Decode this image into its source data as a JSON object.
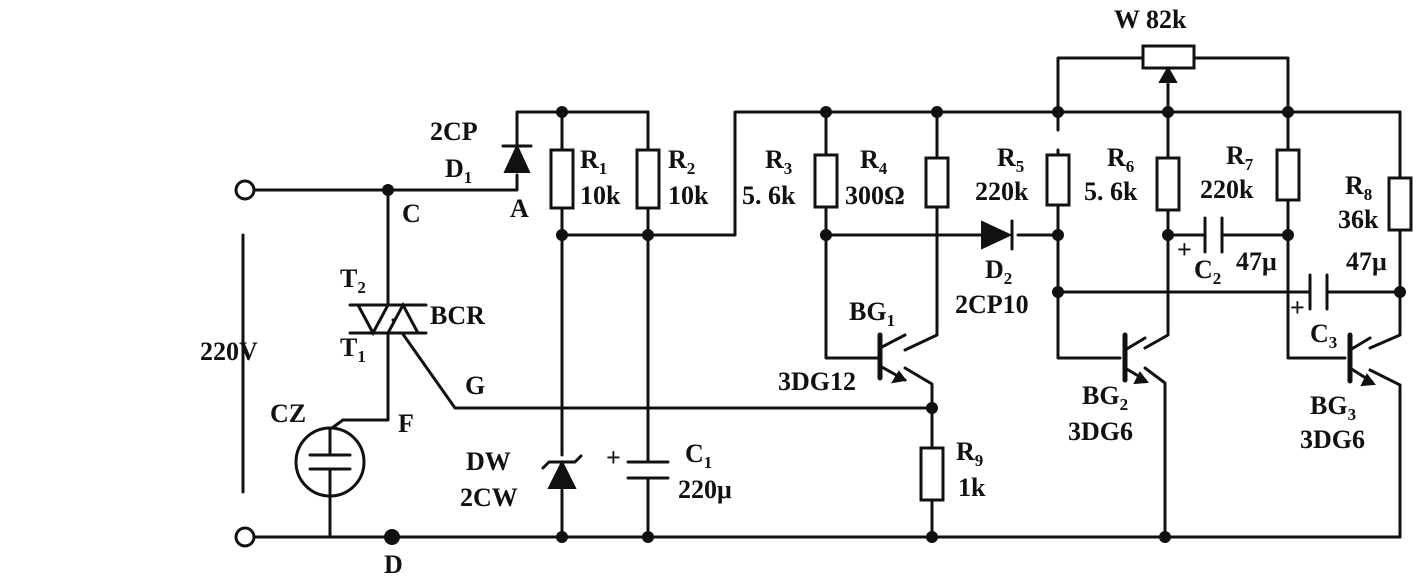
{
  "labels": {
    "pot": "W  82k",
    "d1_type": "2CP",
    "d1": "D",
    "d1_sub": "1",
    "node_a": "A",
    "node_c": "C",
    "node_d": "D",
    "node_f": "F",
    "node_g": "G",
    "t2": "T",
    "t2_sub": "2",
    "t1": "T",
    "t1_sub": "1",
    "bcr": "BCR",
    "supply": "220V",
    "cz": "CZ",
    "r1": "R",
    "r1_sub": "1",
    "r1_val": "10k",
    "r2": "R",
    "r2_sub": "2",
    "r2_val": "10k",
    "r3": "R",
    "r3_sub": "3",
    "r3_val": "5. 6k",
    "r4": "R",
    "r4_sub": "4",
    "r4_val": "300Ω",
    "r5": "R",
    "r5_sub": "5",
    "r5_val": "220k",
    "r6": "R",
    "r6_sub": "6",
    "r6_val": "5. 6k",
    "r7": "R",
    "r7_sub": "7",
    "r7_val": "220k",
    "r8": "R",
    "r8_sub": "8",
    "r8_val": "36k",
    "r9": "R",
    "r9_sub": "9",
    "r9_val": "1k",
    "d2": "D",
    "d2_sub": "2",
    "d2_type": "2CP10",
    "c1": "C",
    "c1_sub": "1",
    "c1_val": "220μ",
    "c2": "C",
    "c2_sub": "2",
    "c2_val": "47μ",
    "c3": "C",
    "c3_sub": "3",
    "c3_val": "47μ",
    "dw": "DW",
    "dw_type": "2CW",
    "bg1": "BG",
    "bg1_sub": "1",
    "bg1_type": "3DG12",
    "bg2": "BG",
    "bg2_sub": "2",
    "bg2_type": "3DG6",
    "bg3": "BG",
    "bg3_sub": "3",
    "bg3_type": "3DG6",
    "plus": "+"
  }
}
